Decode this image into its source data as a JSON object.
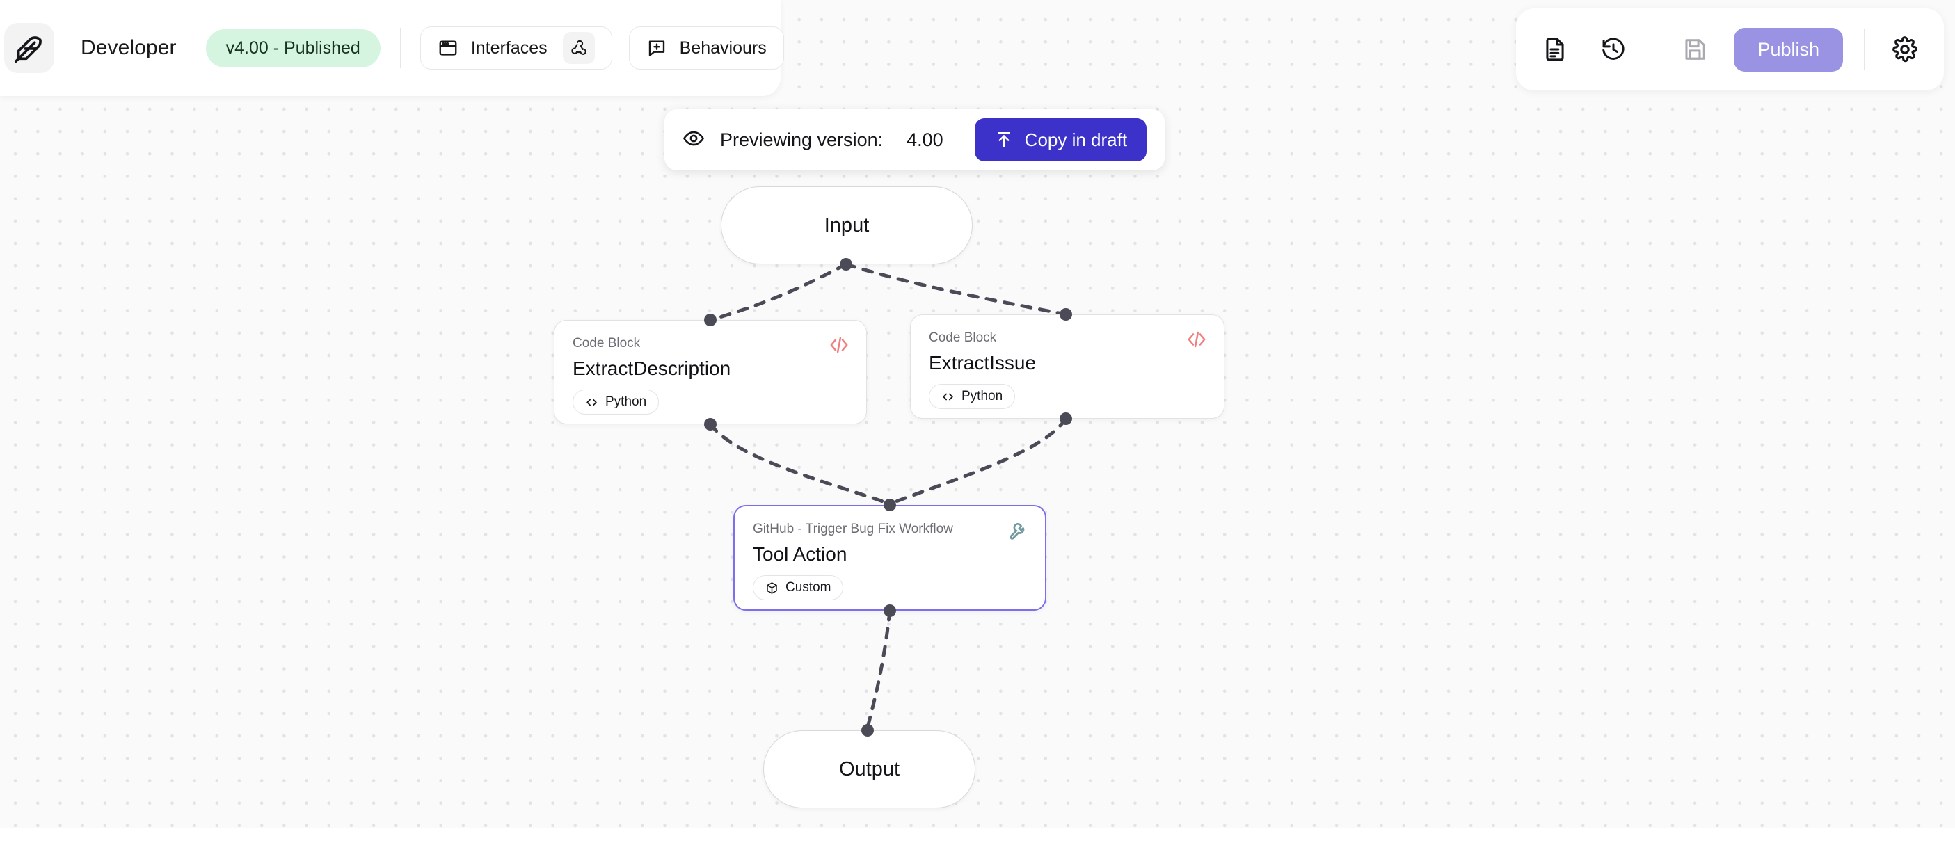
{
  "app": {
    "logo_icon": "feather-icon",
    "title": "Developer",
    "version_badge": "v4.00 - Published"
  },
  "header": {
    "buttons": [
      {
        "label": "Interfaces",
        "icon": "window-icon",
        "sub_icon": "webhook-icon"
      },
      {
        "label": "Behaviours",
        "icon": "message-plus-icon"
      }
    ],
    "actions": [
      {
        "name": "document-icon"
      },
      {
        "name": "history-icon"
      },
      {
        "name": "save-icon"
      },
      {
        "name": "gear-icon"
      }
    ],
    "publish_label": "Publish",
    "publish_color": "#9a93e3"
  },
  "preview_banner": {
    "eye_icon": "eye-icon",
    "label": "Previewing version:",
    "version": "4.00",
    "copy_button_label": "Copy in draft",
    "copy_button_icon": "upload-icon",
    "copy_button_color": "#3c31c8"
  },
  "flow": {
    "nodes": [
      {
        "id": "input",
        "type": "terminal",
        "label": "Input"
      },
      {
        "id": "extract-description",
        "type": "block",
        "kicker": "Code Block",
        "title": "ExtractDescription",
        "badge": "Python",
        "badge_icon": "code-brackets-icon",
        "corner_icon": "code-tag-icon",
        "corner_icon_color": "#ef7f7f",
        "selected": false
      },
      {
        "id": "extract-issue",
        "type": "block",
        "kicker": "Code Block",
        "title": "ExtractIssue",
        "badge": "Python",
        "badge_icon": "code-brackets-icon",
        "corner_icon": "code-tag-icon",
        "corner_icon_color": "#ef7f7f",
        "selected": false
      },
      {
        "id": "tool-action",
        "type": "block",
        "kicker": "GitHub - Trigger Bug Fix Workflow",
        "title": "Tool Action",
        "badge": "Custom",
        "badge_icon": "cube-icon",
        "corner_icon": "wrench-icon",
        "corner_icon_color": "#6f9aa0",
        "selected": true,
        "selected_color": "#7b6ff0"
      },
      {
        "id": "output",
        "type": "terminal",
        "label": "Output"
      }
    ],
    "edge_color": "#4b4b57",
    "edge_style": "dashed"
  }
}
